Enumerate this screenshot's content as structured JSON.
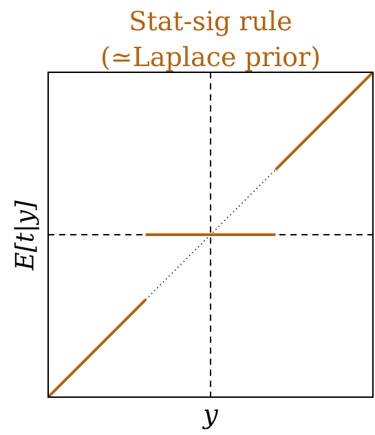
{
  "chart_data": {
    "type": "line",
    "title_line1": "Stat-sig rule",
    "title_line2": "(≃Laplace prior)",
    "xlabel": "y",
    "ylabel": "E[t|y]",
    "xlim": [
      -1,
      1
    ],
    "ylim": [
      -1,
      1
    ],
    "grid": false,
    "reference_lines": {
      "x": 0,
      "y": 0
    },
    "series": [
      {
        "segments": [
          {
            "x": [
              -1,
              -0.4
            ],
            "y": [
              -1,
              -0.4
            ]
          },
          {
            "x": [
              -0.4,
              0.4
            ],
            "y": [
              0,
              0
            ]
          },
          {
            "x": [
              0.4,
              1
            ],
            "y": [
              0.4,
              1
            ]
          }
        ]
      },
      {
        "style": "dotted",
        "x": [
          -0.4,
          0.4
        ],
        "y": [
          -0.4,
          0.4
        ]
      }
    ],
    "colors": {
      "accent": "#b8620f",
      "axis": "#000000"
    }
  }
}
